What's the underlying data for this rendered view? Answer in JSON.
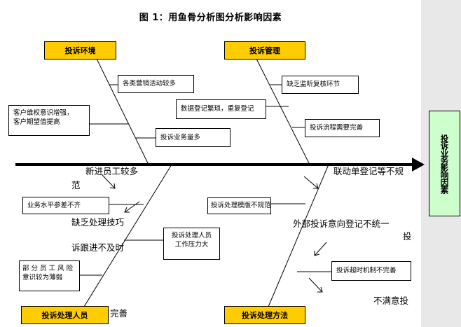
{
  "title": "图 1：用鱼骨分析图分析影响因素",
  "effect": "投诉业务影响因素",
  "categories": {
    "environment": "投诉环境",
    "management": "投诉管理",
    "staff": "投诉处理人员",
    "method": "投诉处理方法"
  },
  "causes": {
    "env_1": "各类营销活动较多",
    "env_2_line1": "客户维权意识增强，",
    "env_2_line2": "客户期望值提高",
    "env_3": "投诉业务量多",
    "mgmt_1": "缺乏监听复核环节",
    "mgmt_2": "数据登记繁琐，重复登记",
    "mgmt_3": "投诉流程需要完善",
    "staff_1": "业务水平参差不齐",
    "staff_2_line1": "投诉处理人员",
    "staff_2_line2": "工作压力大",
    "staff_3_line1": "部 分 员 工 风 险",
    "staff_3_line2": "意识较为薄弱",
    "method_1": "投诉处理模版不规范",
    "method_2": "投诉超时机制不完善"
  },
  "stray_text": {
    "t1": "新进员工较多",
    "t2": "范",
    "t3": "缺乏处理技巧",
    "t4": "诉跟进不及时",
    "t5": "完善",
    "t6": "联动单登记等不规",
    "t7": "外部投诉意向登记不统一",
    "t8": "投",
    "t9": "不满意投"
  }
}
